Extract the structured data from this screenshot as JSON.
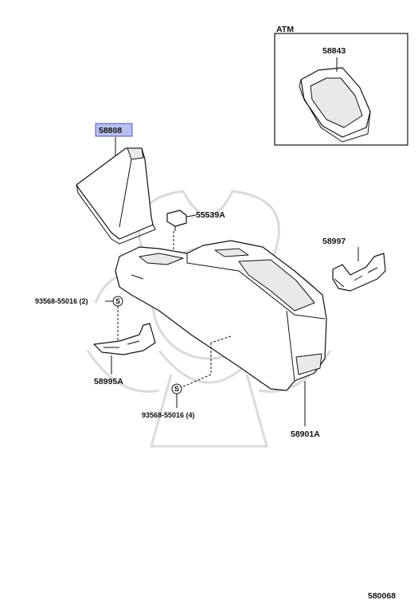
{
  "diagram": {
    "inset_label": "ATM",
    "page_code": "580068",
    "highlight_color": "#b9c0f0",
    "parts": [
      {
        "id": "58808",
        "highlighted": true
      },
      {
        "id": "55539A"
      },
      {
        "id": "58843"
      },
      {
        "id": "58997"
      },
      {
        "id": "93568-55016 (2)"
      },
      {
        "id": "58995A"
      },
      {
        "id": "93568-55016 (4)"
      },
      {
        "id": "58901A"
      }
    ],
    "screw_symbol": "S"
  }
}
